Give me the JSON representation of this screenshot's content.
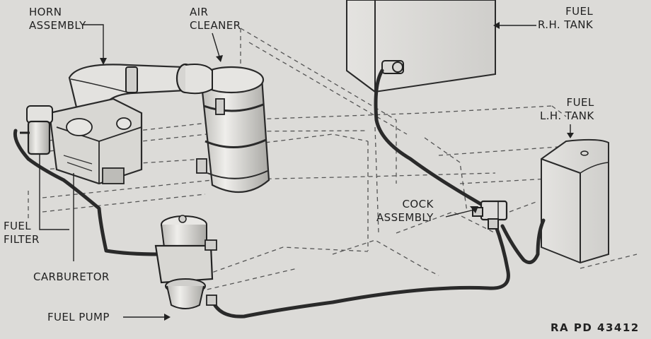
{
  "labels": {
    "horn_assembly": [
      "HORN",
      "ASSEMBLY"
    ],
    "air_cleaner": [
      "AIR",
      "CLEANER"
    ],
    "fuel_rh_tank": [
      "FUEL",
      "R.H. TANK"
    ],
    "fuel_lh_tank": [
      "FUEL",
      "L.H. TANK"
    ],
    "cock_assembly": [
      "COCK",
      "ASSEMBLY"
    ],
    "fuel_filter": [
      "FUEL",
      "FILTER"
    ],
    "carburetor": "CARBURETOR",
    "fuel_pump": "FUEL PUMP",
    "figure_ref": "RA PD 43412"
  },
  "colors": {
    "paper": "#dcdbd8",
    "ink": "#222222",
    "fuel_line": "#2a2a2a"
  }
}
